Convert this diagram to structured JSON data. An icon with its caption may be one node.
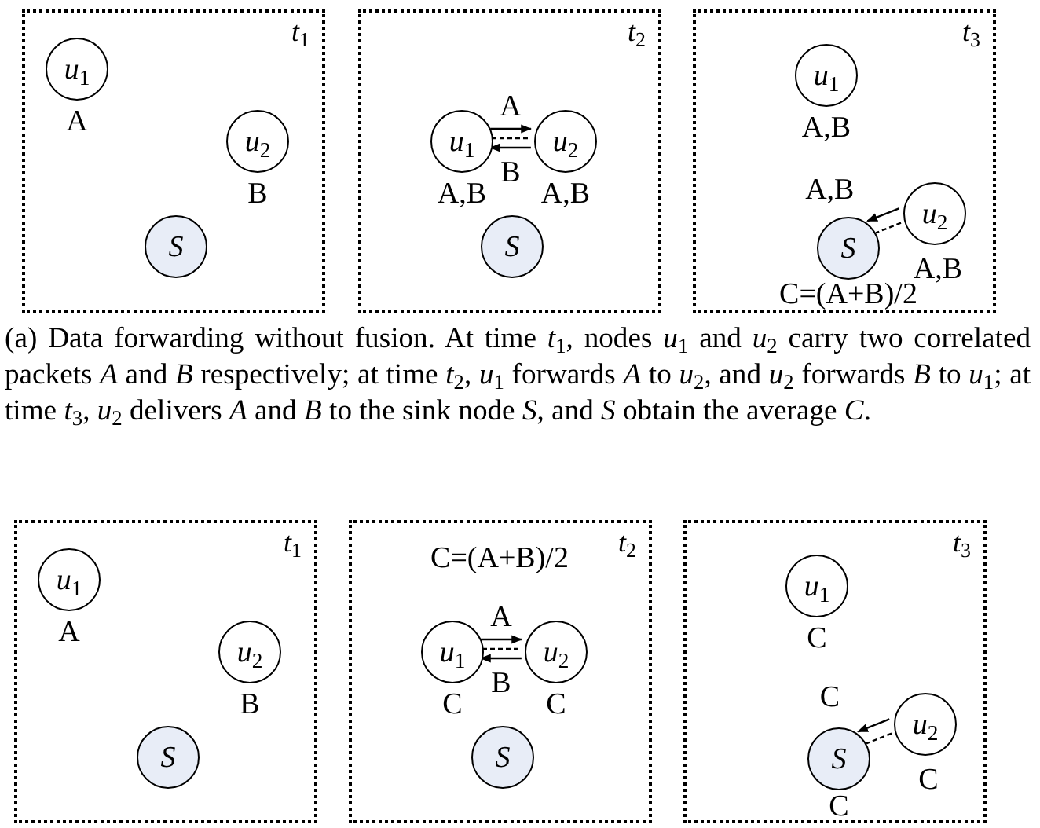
{
  "diagram": {
    "caption": "(a) Data forwarding without fusion. At time *t*$_{1}$, nodes *u*$_{1}$ and *u*$_{2}$ carry two correlated packets *A* and *B* respectively; at time *t*$_{2}$, *u*$_{1}$ forwards *A* to *u*$_{2}$, and *u*$_{2}$ forwards *B* to *u*$_{1}$; at time *t*$_{3}$, *u*$_{2}$ delivers *A* and *B* to the sink node *S*, and *S* obtain the average *C*.",
    "nodes": [
      {
        "text": [
          "*t*$_{1}$"
        ]
      },
      {
        "text": [
          "*u*$_{1}$"
        ],
        "in": 0,
        "beside": [
          "A"
        ]
      },
      {
        "text": [
          "*u*$_{2}$"
        ],
        "in": 0,
        "beside": [
          "B"
        ]
      },
      {
        "text": [
          "S"
        ],
        "in": 0
      },
      {
        "text": [
          "*t*$_{2}$"
        ]
      },
      {
        "text": [
          "*u*$_{1}$"
        ],
        "in": 4,
        "beside": [
          "A,B"
        ]
      },
      {
        "text": [
          "*u*$_{2}$"
        ],
        "in": 4,
        "beside": [
          "A,B"
        ]
      },
      {
        "text": [
          "S"
        ],
        "in": 4
      },
      {
        "text": [
          "*t*$_{3}$"
        ]
      },
      {
        "text": [
          "*u*$_{1}$"
        ],
        "in": 8,
        "beside": [
          "A,B"
        ]
      },
      {
        "text": [
          "S"
        ],
        "in": 8,
        "beside": [
          "C=(A+B)/2"
        ]
      },
      {
        "text": [
          "*u*$_{2}$"
        ],
        "in": 8,
        "beside": [
          "A,B"
        ]
      },
      {
        "text": [
          "*t*$_{1}$"
        ]
      },
      {
        "text": [
          "*u*$_{1}$"
        ],
        "in": 12,
        "beside": [
          "A"
        ]
      },
      {
        "text": [
          "*u*$_{2}$"
        ],
        "in": 12,
        "beside": [
          "B"
        ]
      },
      {
        "text": [
          "S"
        ],
        "in": 12
      },
      {
        "text": [
          "*t*$_{2}$"
        ]
      },
      {
        "text": [
          "*u*$_{1}$"
        ],
        "in": 16,
        "beside": [
          "C"
        ]
      },
      {
        "text": [
          "*u*$_{2}$"
        ],
        "in": 16,
        "beside": [
          "C"
        ]
      },
      {
        "text": [
          "S"
        ],
        "in": 16
      },
      {
        "text": [
          "*t*$_{3}$"
        ]
      },
      {
        "text": [
          "*u*$_{1}$"
        ],
        "in": 20,
        "beside": [
          "C"
        ]
      },
      {
        "text": [
          "S"
        ],
        "in": 20,
        "beside": [
          "C"
        ]
      },
      {
        "text": [
          "*u*$_{2}$"
        ],
        "in": 20,
        "beside": [
          "C"
        ]
      }
    ],
    "edges": [
      {
        "from": 5,
        "to": 6,
        "arrow": "to",
        "label": "A"
      },
      {
        "from": 5,
        "to": 6,
        "arrow": "none",
        "style": "dashed"
      },
      {
        "from": 6,
        "to": 5,
        "arrow": "to",
        "label": "B"
      },
      {
        "from": 11,
        "to": 10,
        "arrow": "to",
        "label": "A,B"
      },
      {
        "from": 11,
        "to": 10,
        "arrow": "none",
        "style": "dashed"
      },
      {
        "from": 17,
        "to": 18,
        "arrow": "to",
        "label": "A"
      },
      {
        "from": 17,
        "to": 18,
        "arrow": "none",
        "style": "dashed"
      },
      {
        "from": 18,
        "to": 17,
        "arrow": "to",
        "label": "B"
      },
      {
        "from": 23,
        "to": 22,
        "arrow": "to",
        "label": "C"
      },
      {
        "from": 23,
        "to": 22,
        "arrow": "none",
        "style": "dashed"
      }
    ],
    "labels": [
      "C=(A+B)/2"
    ]
  }
}
